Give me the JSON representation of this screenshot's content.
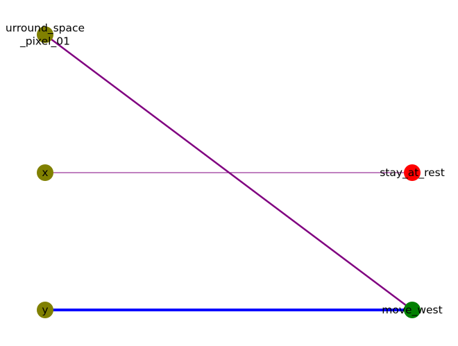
{
  "graph": {
    "nodes": [
      {
        "id": "surround_space_pixel_01",
        "label_lines": [
          "urround_space",
          "_pixel_01"
        ],
        "color": "#808000"
      },
      {
        "id": "x",
        "label_lines": [
          "x"
        ],
        "color": "#808000"
      },
      {
        "id": "y",
        "label_lines": [
          "y"
        ],
        "color": "#808000"
      },
      {
        "id": "stay_at_rest",
        "label_lines": [
          "stay_at_rest"
        ],
        "color": "#ff0000"
      },
      {
        "id": "move_west",
        "label_lines": [
          "move_west"
        ],
        "color": "#008000"
      }
    ],
    "edges": [
      {
        "source": "surround_space_pixel_01",
        "target": "move_west",
        "color": "#800080",
        "weight": "medium"
      },
      {
        "source": "x",
        "target": "stay_at_rest",
        "color": "#800080",
        "weight": "thin"
      },
      {
        "source": "y",
        "target": "move_west",
        "color": "#0000ff",
        "weight": "thick"
      }
    ]
  }
}
